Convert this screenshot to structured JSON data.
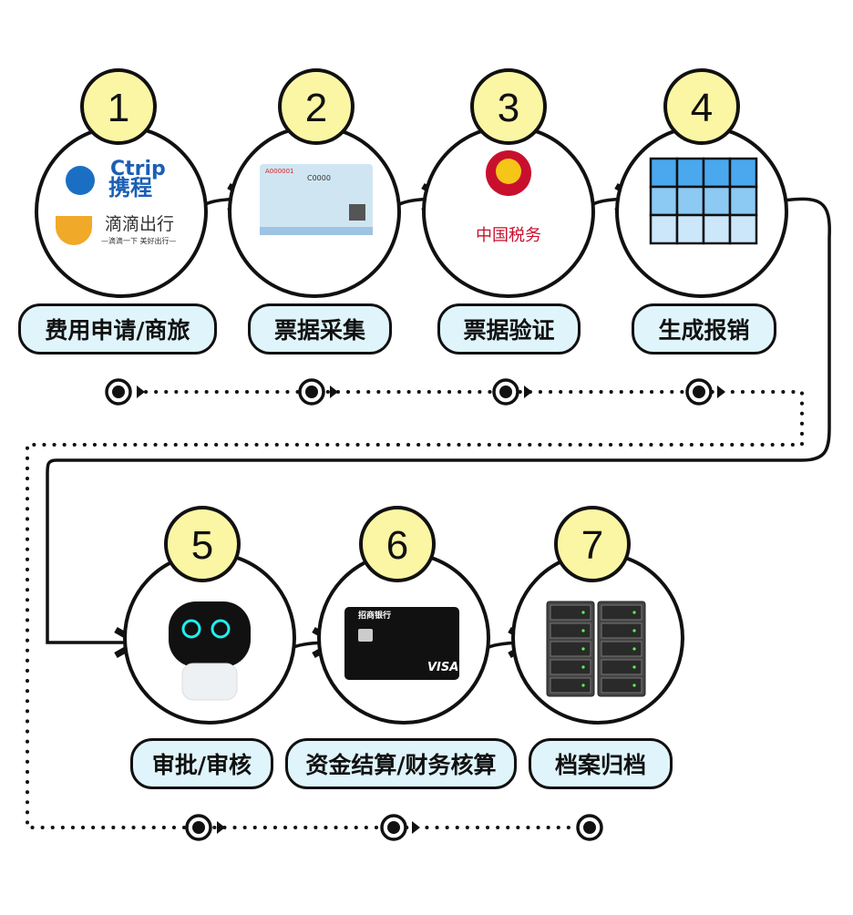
{
  "steps": [
    {
      "number": "1",
      "label": "费用申请/商旅",
      "icon": "ctrip-didi-logos-icon"
    },
    {
      "number": "2",
      "label": "票据采集",
      "icon": "train-ticket-icon"
    },
    {
      "number": "3",
      "label": "票据验证",
      "icon": "tax-emblem-icon"
    },
    {
      "number": "4",
      "label": "生成报销",
      "icon": "table-grid-icon"
    },
    {
      "number": "5",
      "label": "审批/审核",
      "icon": "robot-icon"
    },
    {
      "number": "6",
      "label": "资金结算/财务核算",
      "icon": "bank-card-icon"
    },
    {
      "number": "7",
      "label": "档案归档",
      "icon": "server-rack-icon"
    }
  ],
  "logos": {
    "ctrip_en": "Ctrip",
    "ctrip_cn": "携程",
    "didi_cn": "滴滴出行",
    "didi_slogan": "—滴滴一下 美好出行—",
    "tax_cn": "中国税务",
    "card_bank": "招商银行",
    "card_brand": "VISA",
    "ticket_no": "A000001",
    "ticket_train": "C0000"
  },
  "colors": {
    "badge": "#fbf6a4",
    "pill": "#dff4fb",
    "stroke": "#111111",
    "grid_cell": "#5cb6f0"
  }
}
